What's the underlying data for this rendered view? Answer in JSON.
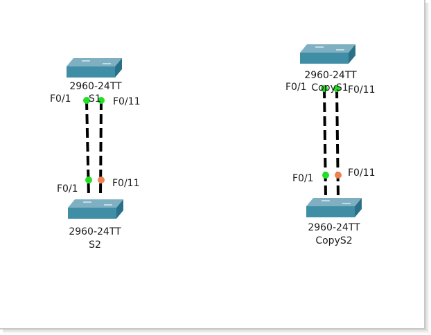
{
  "topology": {
    "group_left": {
      "switch_top": {
        "model": "2960-24TT",
        "name": "S1"
      },
      "switch_bottom": {
        "model": "2960-24TT",
        "name": "S2"
      },
      "ports": {
        "top_left": "F0/1",
        "top_right": "F0/11",
        "bottom_left": "F0/1",
        "bottom_right": "F0/11"
      },
      "port_status": {
        "link1": "up",
        "link2": "blocking"
      }
    },
    "group_right": {
      "switch_top": {
        "model": "2960-24TT",
        "name": "CopyS1"
      },
      "switch_bottom": {
        "model": "2960-24TT",
        "name": "CopyS2"
      },
      "ports": {
        "top_left": "F0/1",
        "top_right": "F0/11",
        "bottom_left": "F0/1",
        "bottom_right": "F0/11"
      },
      "port_status": {
        "link1": "up",
        "link2": "blocking"
      }
    }
  },
  "colors": {
    "link": "#000000",
    "port_up": "#22e022",
    "port_blocking": "#f08050",
    "switch_top": "#7fb0c2",
    "switch_front": "#3f8ea5",
    "switch_side": "#2a7088"
  }
}
